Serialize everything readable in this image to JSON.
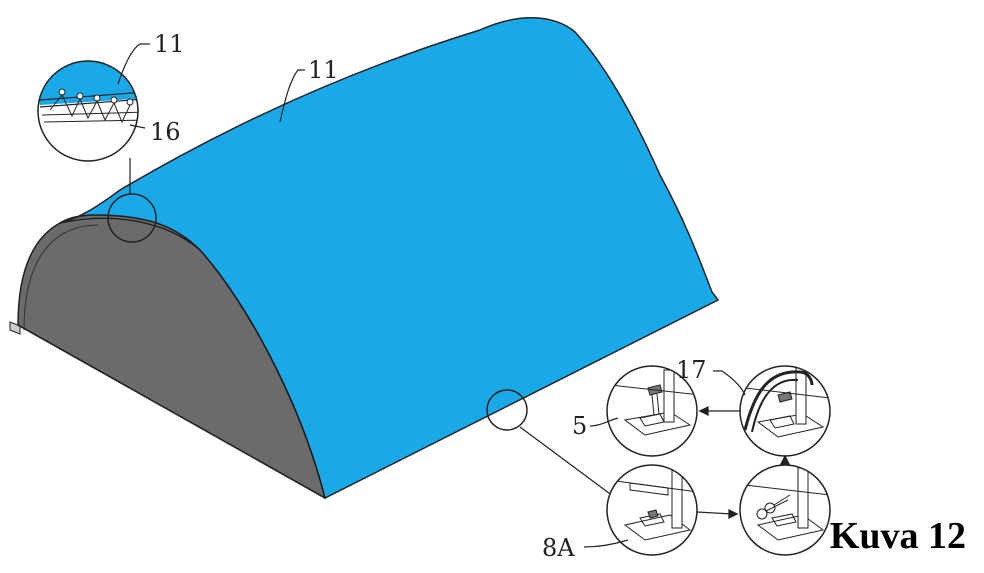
{
  "figure": {
    "title": "Kuva 12"
  },
  "callouts": {
    "cover_detail": "11",
    "cover_main": "11",
    "rope": "16",
    "strap": "17",
    "tensioner": "5",
    "base_plate": "8A"
  },
  "colors": {
    "cover": "#19a9e8",
    "end_wall": "#6b6b6b",
    "line": "#222222"
  }
}
